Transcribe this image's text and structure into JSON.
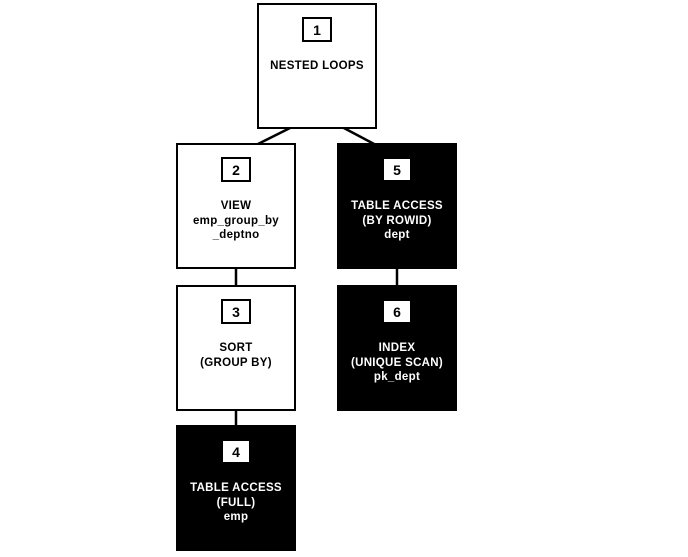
{
  "diagram": {
    "type": "execution-plan-tree",
    "nodes": [
      {
        "id": "1",
        "number": "1",
        "variant": "white",
        "line1": "NESTED LOOPS",
        "line2": "",
        "line3": ""
      },
      {
        "id": "2",
        "number": "2",
        "variant": "white",
        "line1": "VIEW",
        "line2": "emp_group_by",
        "line3": "_deptno"
      },
      {
        "id": "3",
        "number": "3",
        "variant": "white",
        "line1": "SORT",
        "line2": "(GROUP BY)",
        "line3": ""
      },
      {
        "id": "4",
        "number": "4",
        "variant": "black",
        "line1": "TABLE ACCESS",
        "line2": "(FULL)",
        "line3": "emp"
      },
      {
        "id": "5",
        "number": "5",
        "variant": "black",
        "line1": "TABLE ACCESS",
        "line2": "(BY ROWID)",
        "line3": "dept"
      },
      {
        "id": "6",
        "number": "6",
        "variant": "black",
        "line1": "INDEX",
        "line2": "(UNIQUE SCAN)",
        "line3": "pk_dept"
      }
    ],
    "edges": [
      {
        "from": "1",
        "to": "2"
      },
      {
        "from": "1",
        "to": "5"
      },
      {
        "from": "2",
        "to": "3"
      },
      {
        "from": "3",
        "to": "4"
      },
      {
        "from": "5",
        "to": "6"
      }
    ],
    "colors": {
      "node_border": "#000000",
      "white_node_bg": "#ffffff",
      "black_node_bg": "#000000",
      "edge": "#000000"
    }
  }
}
